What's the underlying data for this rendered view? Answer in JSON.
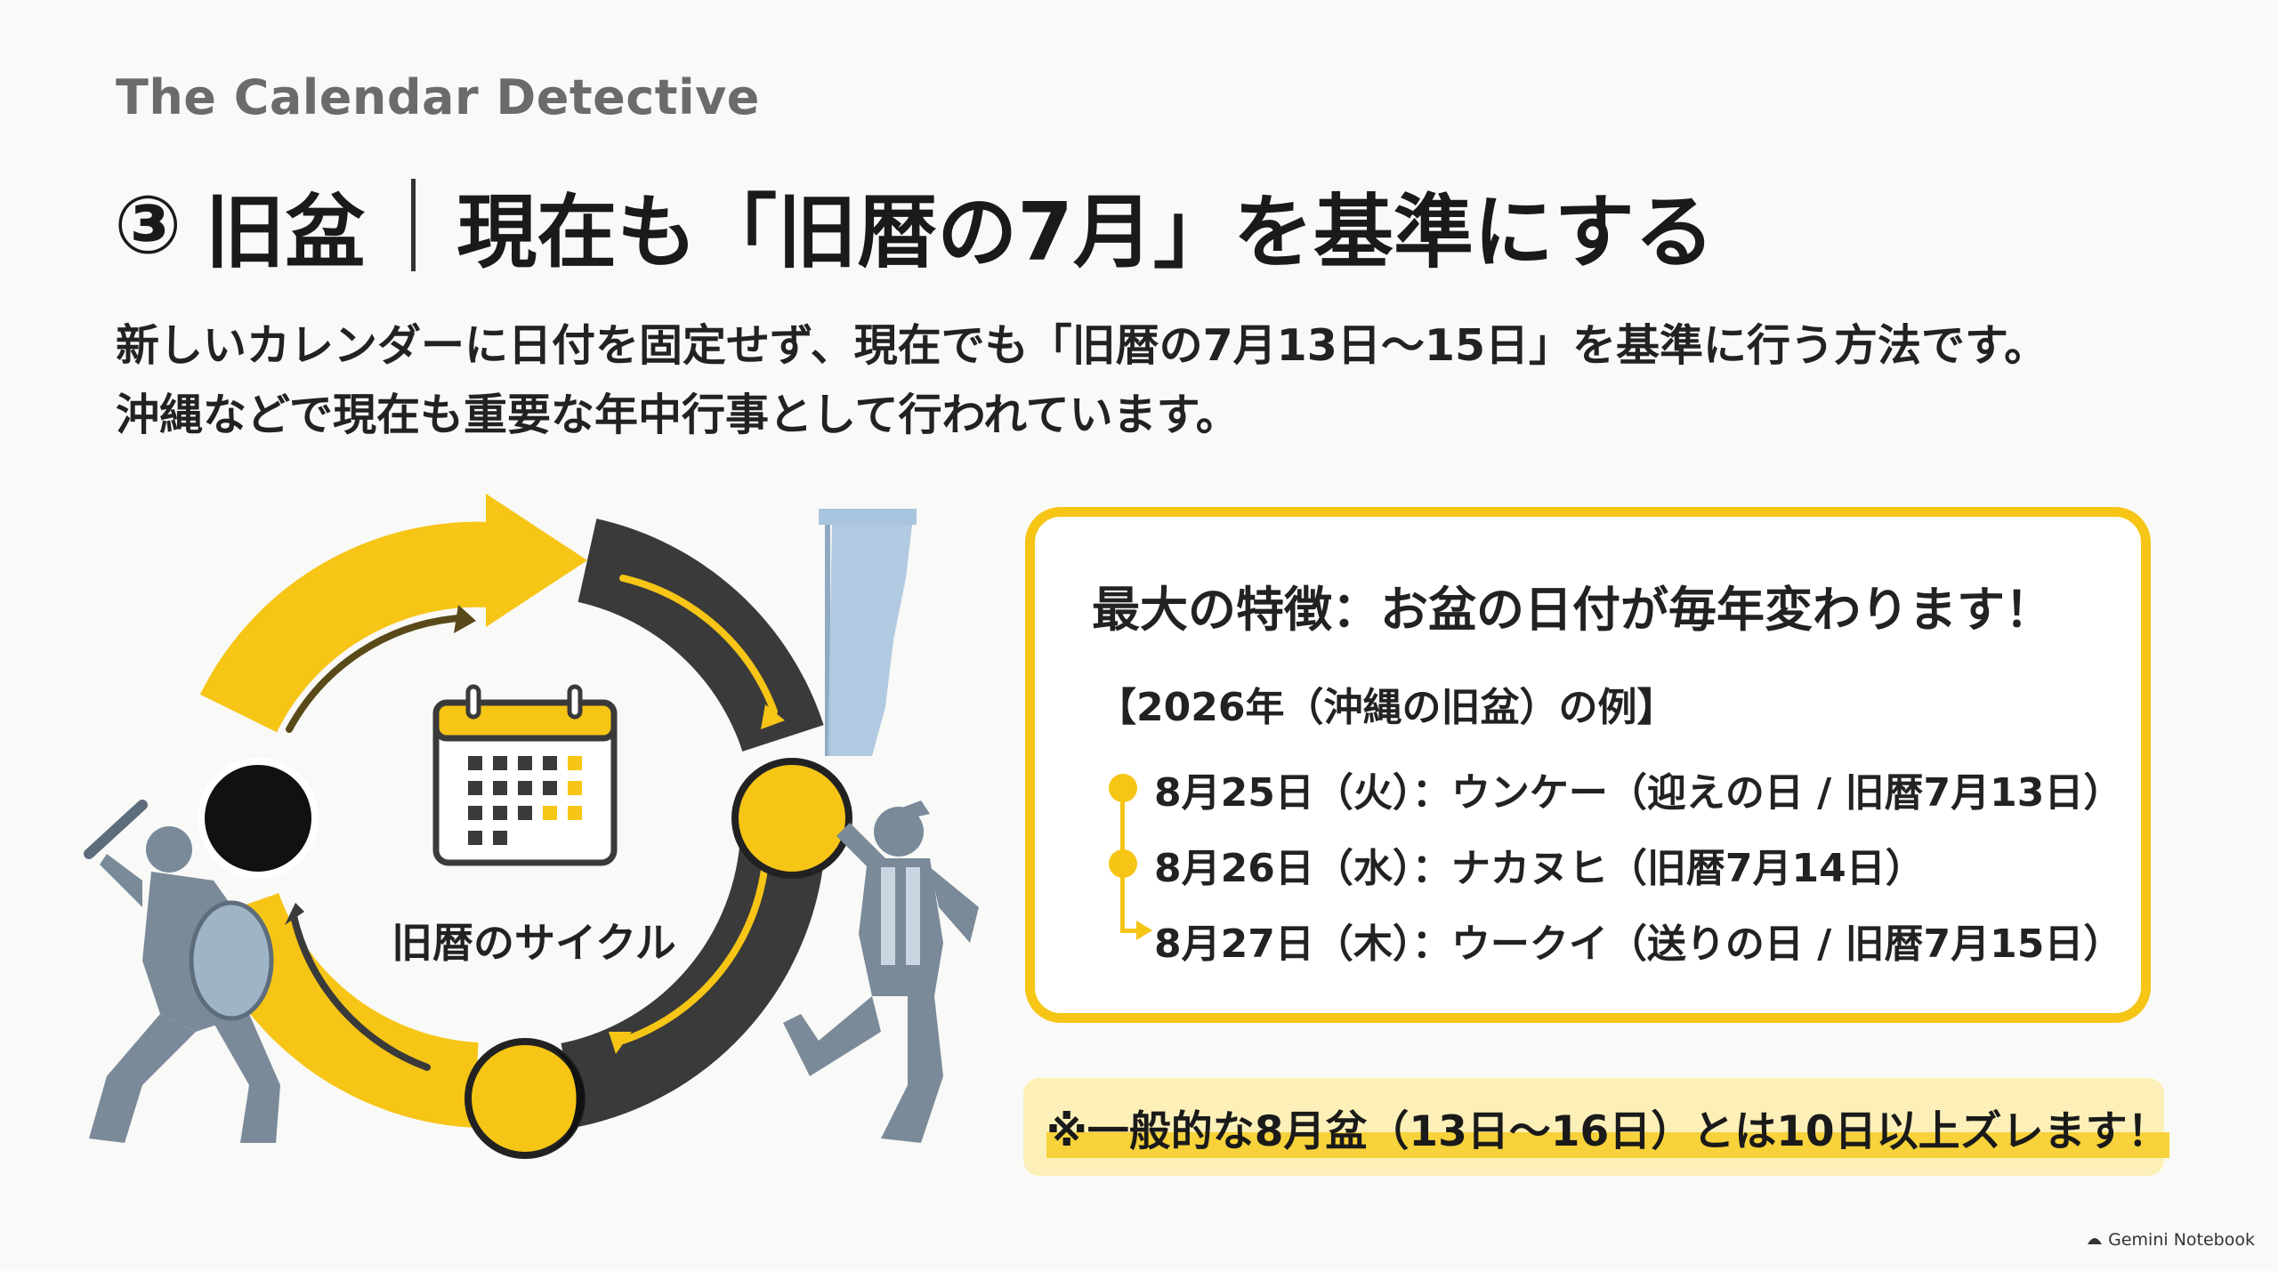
{
  "brand": "The Calendar Detective",
  "title": {
    "number": "③",
    "main": "旧盆",
    "sub": "現在も「旧暦の7月」を基準にする"
  },
  "description": [
    "新しいカレンダーに日付を固定せず、現在でも「旧暦の7月13日〜15日」を基準に行う方法です。",
    "沖縄などで現在も重要な年中行事として行われています。"
  ],
  "illustration": {
    "cycle_label": "旧暦のサイクル",
    "icons": [
      "calendar-icon",
      "moon-phase-icon",
      "dancer-icon",
      "banner-flag-icon",
      "drum-icon"
    ]
  },
  "card": {
    "title": "最大の特徴：お盆の日付が毎年変わります！",
    "subtitle": "【2026年（沖縄の旧盆）の例】",
    "items": [
      "8月25日（火）：ウンケー（迎えの日 / 旧暦7月13日）",
      "8月26日（水）：ナカヌヒ（旧暦7月14日）",
      "8月27日（木）：ウークイ（送りの日 / 旧暦7月15日）"
    ]
  },
  "note": "※一般的な8月盆（13日〜16日）とは10日以上ズレます！",
  "footer": "Gemini Notebook",
  "colors": {
    "accent": "#f6c515",
    "dark": "#333333",
    "silhouette": "#7a8a99",
    "flag": "#a9c4de"
  }
}
